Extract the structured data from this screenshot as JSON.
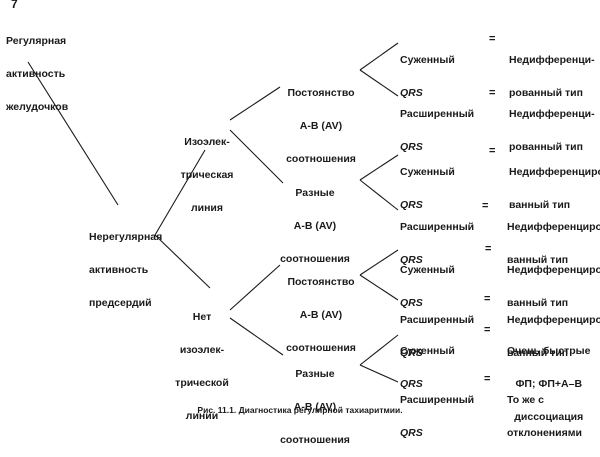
{
  "figure": {
    "top_mark": "7",
    "root": {
      "line1": "Регулярная",
      "line2": "активность",
      "line3": "желудочков"
    },
    "level1": {
      "line1": "Нерегулярная",
      "line2": "активность",
      "line3": "предсердий"
    },
    "iso": {
      "line1": "Изоэлек-",
      "line2": "трическая",
      "line3": "линия"
    },
    "noiso": {
      "line1": "Нет",
      "line2": "изоэлек-",
      "line3": "трической",
      "line4": "линии"
    },
    "const_ratio": {
      "line1": "Постоянство",
      "line2": "А-В (AV)",
      "line3": "соотношения"
    },
    "diff_ratio": {
      "line1": "Разные",
      "line2": "А-В (AV)",
      "line3": "соотношения"
    },
    "qrs": "QRS",
    "narrow": "Суженный",
    "wide": "Расширенный",
    "eq": "=",
    "leaf_undiff_a": {
      "line1": "Недифференци-",
      "line2": "рованный тип"
    },
    "leaf_undiff_b": {
      "line1": "Недифференциро-",
      "line2": "ванный тип"
    },
    "leaf_fast": {
      "line1": "Очень быстрые",
      "line2": "ФП; ФП+А–В",
      "line3": "диссоциация"
    },
    "leaf_same": {
      "line1": "То же с",
      "line2": "отклонениями"
    },
    "caption": "Рис. 11.1. Диагностика регулярной тахиаритмии."
  }
}
